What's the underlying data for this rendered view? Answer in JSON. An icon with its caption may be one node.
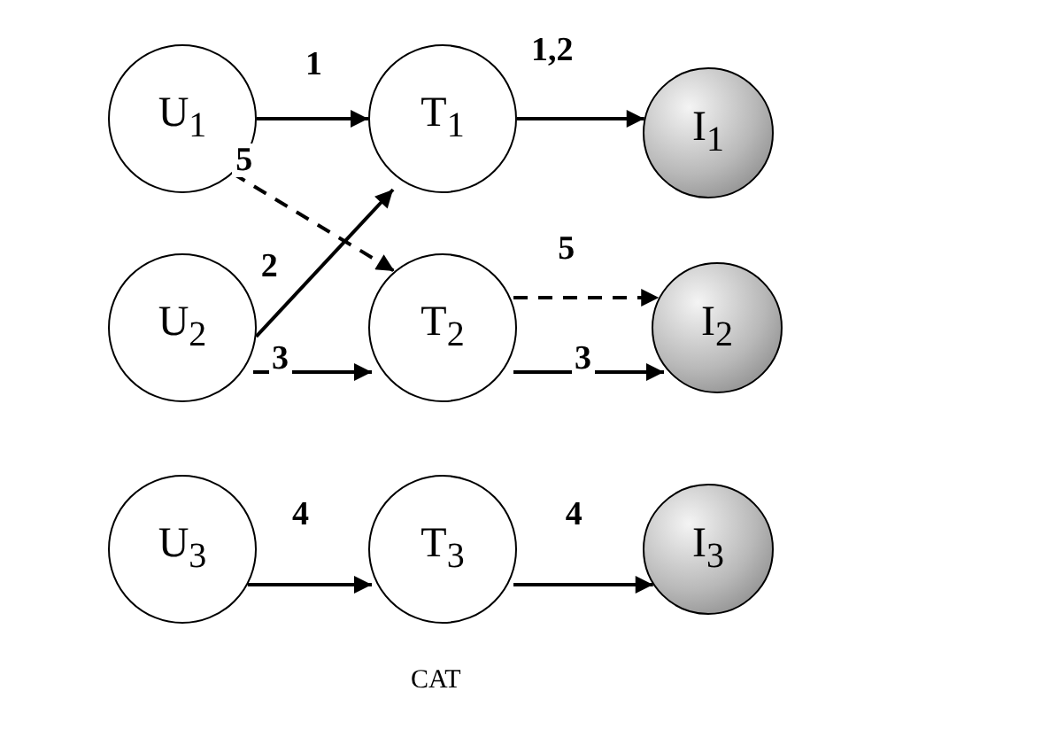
{
  "diagram": {
    "nodes": [
      {
        "text": [
          "U$_{1}$"
        ]
      },
      {
        "text": [
          "T$_{1}$"
        ]
      },
      {
        "text": [
          "I$_{1}$"
        ]
      },
      {
        "text": [
          "U$_{2}$"
        ]
      },
      {
        "text": [
          "T$_{2}$"
        ]
      },
      {
        "text": [
          "I$_{2}$"
        ]
      },
      {
        "text": [
          "U$_{3}$"
        ]
      },
      {
        "text": [
          "T$_{3}$"
        ],
        "beside": [
          "CAT"
        ]
      },
      {
        "text": [
          "I$_{3}$"
        ]
      }
    ],
    "edges": [
      {
        "from": 0,
        "to": 1,
        "arrow": "to",
        "label": "1"
      },
      {
        "from": 0,
        "to": 4,
        "arrow": "to",
        "label": "5",
        "style": "dashed"
      },
      {
        "from": 3,
        "to": 1,
        "arrow": "to",
        "label": "2"
      },
      {
        "from": 3,
        "to": 4,
        "arrow": "to",
        "label": "3"
      },
      {
        "from": 1,
        "to": 2,
        "arrow": "to",
        "label": "1,2"
      },
      {
        "from": 4,
        "to": 5,
        "arrow": "to",
        "label": "5",
        "style": "dashed"
      },
      {
        "from": 4,
        "to": 5,
        "arrow": "to",
        "label": "3"
      },
      {
        "from": 6,
        "to": 7,
        "arrow": "to",
        "label": "4"
      },
      {
        "from": 7,
        "to": 8,
        "arrow": "to",
        "label": "4"
      }
    ]
  }
}
